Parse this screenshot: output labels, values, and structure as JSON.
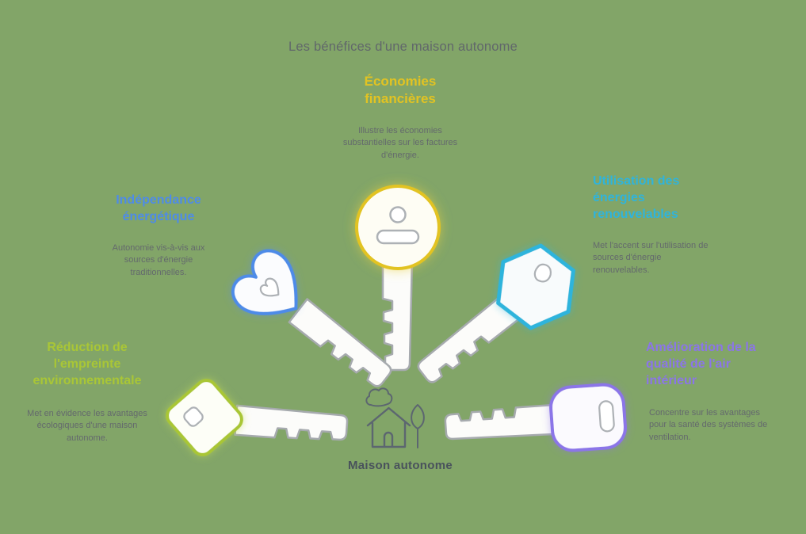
{
  "title": "Les bénéfices d'une maison autonome",
  "background_color": "#82A568",
  "center": {
    "label": "Maison autonome",
    "icons": [
      "house-icon",
      "cloud-icon",
      "tree-icon"
    ]
  },
  "benefits": [
    {
      "id": "economies",
      "title": "Économies financières",
      "description": "Illustre les économies substantielles sur les factures d'énergie.",
      "color": "#E2C322",
      "key_head_shape": "circle",
      "position": "top-center"
    },
    {
      "id": "independance",
      "title": "Indépendance énergétique",
      "description": "Autonomie vis-à-vis aux sources d'énergie traditionnelles.",
      "color": "#4E8BE8",
      "key_head_shape": "heart",
      "position": "upper-left"
    },
    {
      "id": "renouvelables",
      "title": "Utilisation des énergies renouvelables",
      "description": "Met l'accent sur l'utilisation de sources d'énergie renouvelables.",
      "color": "#2FB4DC",
      "key_head_shape": "hexagon",
      "position": "upper-right"
    },
    {
      "id": "reduction",
      "title": "Réduction de l'empreinte environnementale",
      "description": "Met en évidence les avantages écologiques d'une maison autonome.",
      "color": "#A9C636",
      "key_head_shape": "diamond",
      "position": "lower-left"
    },
    {
      "id": "air",
      "title": "Amélioration de la qualité de l'air intérieur",
      "description": "Concentre sur les avantages pour la santé des systèmes de ventilation.",
      "color": "#8B75E8",
      "key_head_shape": "rounded-square",
      "position": "lower-right"
    }
  ],
  "text_color": "#64696D",
  "title_color": "#61676B",
  "center_label_color": "#49525C"
}
